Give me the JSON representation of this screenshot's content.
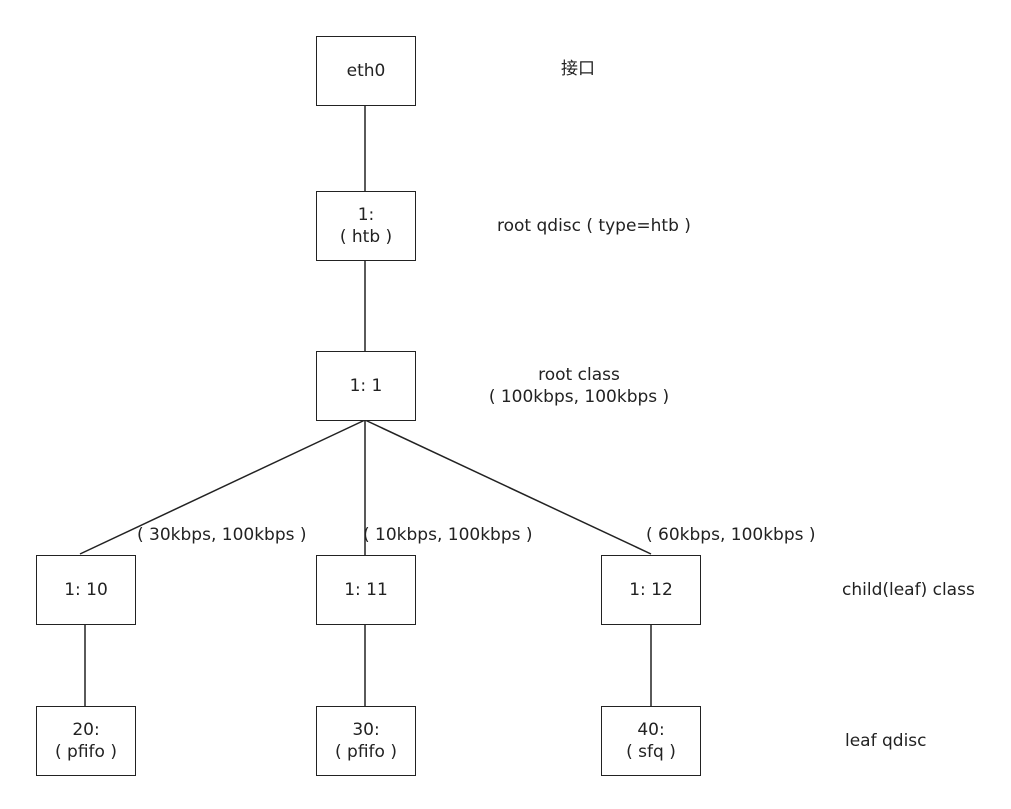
{
  "nodes": {
    "eth0": {
      "line1": "eth0"
    },
    "root_qdisc": {
      "line1": "1:",
      "line2": "( htb )"
    },
    "root_class": {
      "line1": "1: 1"
    },
    "class_10": {
      "line1": "1: 10"
    },
    "class_11": {
      "line1": "1: 11"
    },
    "class_12": {
      "line1": "1: 12"
    },
    "qdisc_20": {
      "line1": "20:",
      "line2": "( pfifo )"
    },
    "qdisc_30": {
      "line1": "30:",
      "line2": "( pfifo )"
    },
    "qdisc_40": {
      "line1": "40:",
      "line2": "( sfq )"
    }
  },
  "annotations": {
    "interface": "接口",
    "root_qdisc": "root qdisc ( type=htb )",
    "root_class_line1": "root class",
    "root_class_line2": "( 100kbps, 100kbps )",
    "child_class": "child(leaf) class",
    "leaf_qdisc": "leaf qdisc"
  },
  "edge_labels": {
    "class_10": "( 30kbps, 100kbps )",
    "class_11": "( 10kbps, 100kbps )",
    "class_12": "( 60kbps, 100kbps )"
  }
}
